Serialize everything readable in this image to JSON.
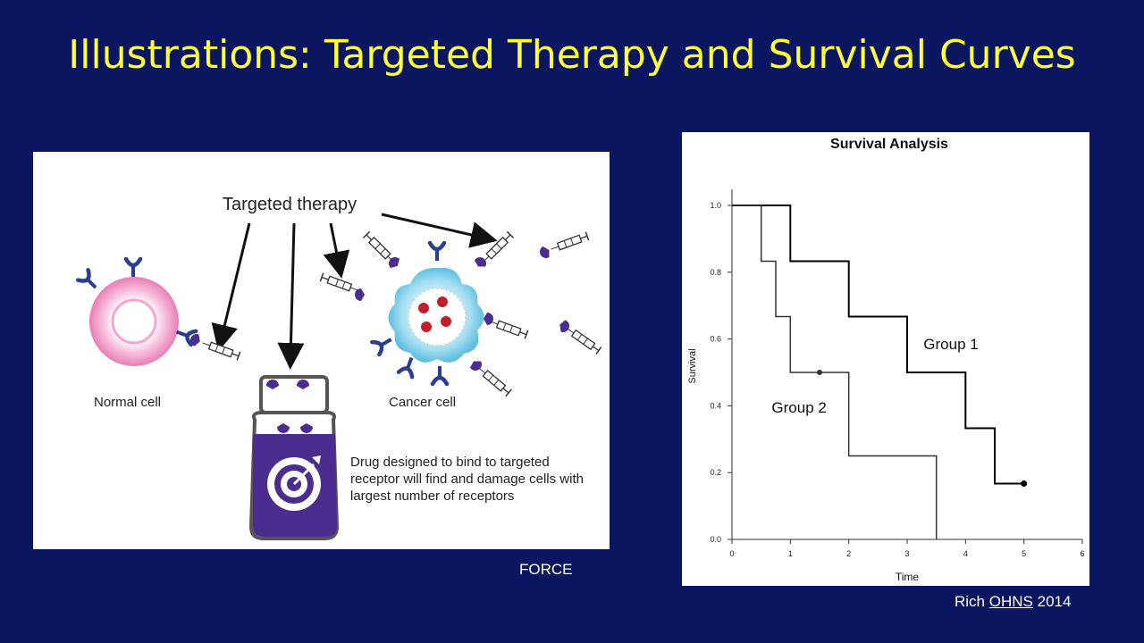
{
  "slide": {
    "title": "Illustrations: Targeted Therapy and Survival Curves"
  },
  "illustration": {
    "heading": "Targeted therapy",
    "normal_cell_label": "Normal cell",
    "cancer_cell_label": "Cancer cell",
    "description": "Drug designed to bind to targeted receptor will find and damage cells with largest number of receptors",
    "credit": "FORCE"
  },
  "chart_credit": {
    "prefix": "Rich",
    "org": "OHNS",
    "year": "2014"
  },
  "chart_data": {
    "type": "line",
    "title": "Survival Analysis",
    "xlabel": "Time",
    "ylabel": "Survival",
    "xlim": [
      0,
      6
    ],
    "ylim": [
      0,
      1
    ],
    "x_ticks": [
      "0",
      "1",
      "2",
      "3",
      "4",
      "5",
      "6"
    ],
    "y_ticks": [
      "0.0",
      "0.2",
      "0.4",
      "0.6",
      "0.8",
      "1.0"
    ],
    "step": true,
    "series": [
      {
        "name": "Group 1",
        "points": [
          [
            0,
            1.0
          ],
          [
            1,
            1.0
          ],
          [
            1,
            0.833
          ],
          [
            2,
            0.833
          ],
          [
            2,
            0.667
          ],
          [
            3,
            0.667
          ],
          [
            3,
            0.5
          ],
          [
            4,
            0.5
          ],
          [
            4,
            0.333
          ],
          [
            4.5,
            0.333
          ],
          [
            4.5,
            0.167
          ],
          [
            5,
            0.167
          ]
        ],
        "censored": [
          [
            5,
            0.167
          ]
        ],
        "color": "#000000"
      },
      {
        "name": "Group 2",
        "points": [
          [
            0,
            1.0
          ],
          [
            0.5,
            1.0
          ],
          [
            0.5,
            0.833
          ],
          [
            0.75,
            0.833
          ],
          [
            0.75,
            0.667
          ],
          [
            1,
            0.667
          ],
          [
            1,
            0.5
          ],
          [
            2,
            0.5
          ],
          [
            2,
            0.25
          ],
          [
            3.5,
            0.25
          ],
          [
            3.5,
            0.0
          ]
        ],
        "censored": [
          [
            1.5,
            0.5
          ]
        ],
        "color": "#333333"
      }
    ]
  },
  "colors": {
    "background": "#0b1660",
    "title": "#ffff3c",
    "receptor": "#2a3f8f",
    "drug": "#4b2d8f",
    "normal_cell": "#f4a6cf",
    "cancer_cell": "#a6dff0"
  }
}
